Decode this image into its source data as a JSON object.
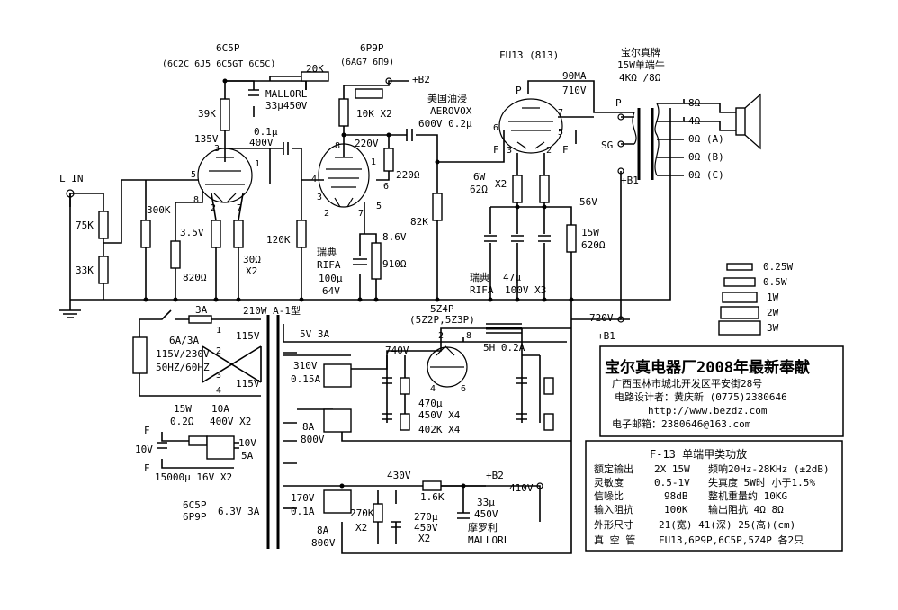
{
  "tubes": {
    "v1": {
      "name": "6C5P",
      "equivalents": "(6C2C 6J5 6C5GT 6C5C)"
    },
    "v2": {
      "name": "6P9P",
      "equivalents": "(6AG7 6П9)"
    },
    "v3": {
      "name": "FU13 (813)"
    },
    "rect": {
      "name": "5Z4P",
      "equivalents": "(5Z2P,5Z3P)"
    }
  },
  "input": {
    "label": "L IN",
    "r1": "75K",
    "r2": "33K",
    "r3": "300K"
  },
  "stage1": {
    "plate_r": "39K",
    "plate_v": "135V",
    "fb_r": "20K",
    "cap": "MALLORL",
    "cap_val": "33μ450V",
    "coupling_cap": "0.1μ",
    "coupling_v": "400V",
    "cath_v": "3.5V",
    "cath_r": "820Ω",
    "r_30": "30Ω",
    "x2": "X2",
    "pin3": "3",
    "pin5": "5",
    "pin1": "1",
    "pin8": "8",
    "pin2": "2",
    "pin7": "7"
  },
  "stage2": {
    "b2": "+B2",
    "r_10k": "10K X2",
    "v_220": "220V",
    "r_220": "220Ω",
    "r_120k": "120K",
    "cap_brand": "瑞典",
    "cap_brand2": "RIFA",
    "cap_val": "100μ",
    "cap_v": "64V",
    "cath_v": "8.6V",
    "cath_r": "910Ω",
    "pin8": "8",
    "pin1": "1",
    "pin4": "4",
    "pin6": "6",
    "pin3": "3",
    "pin2": "2",
    "pin7": "7",
    "pin5": "5"
  },
  "interstage": {
    "brand": "美国油浸",
    "brand2": "AEROVOX",
    "value": "600V 0.2μ",
    "r_82k": "82K"
  },
  "output": {
    "current": "90MA",
    "plate_v": "710V",
    "pin_p": "P",
    "pin_f": "F",
    "pin3": "3",
    "pin2": "2",
    "pin6": "6",
    "pin7": "7",
    "pin5": "5",
    "r_62": "6W",
    "r_62b": "62Ω",
    "x2": "X2",
    "v_56": "56V",
    "r_15w": "15W",
    "r_620": "620Ω",
    "cap_brand": "瑞典",
    "cap_brand2": "RIFA",
    "cap_val": "47μ",
    "cap_v": "100V X3"
  },
  "transformer": {
    "brand": "宝尔真牌",
    "spec": "15W单端牛",
    "imp": "4KΩ /8Ω",
    "p": "P",
    "sg": "SG",
    "b1": "+B1",
    "tap8": "8Ω",
    "tap4": "4Ω",
    "tapa": "0Ω (A)",
    "tapb": "0Ω (B)",
    "tapc": "0Ω (C)"
  },
  "legend": [
    "0.25W",
    "0.5W",
    "1W",
    "2W",
    "3W"
  ],
  "power": {
    "fuse": "3A",
    "pt": "210W A-1型",
    "pin1": "1",
    "pin2": "2",
    "pin3": "3",
    "pin4": "4",
    "v115a": "115V",
    "v115b": "115V",
    "mains1": "6A/3A",
    "mains2": "115V/230V",
    "mains3": "50HZ/60HZ",
    "fil5v": "5V 3A",
    "sec310": "310V",
    "sec015": "0.15A",
    "b740": "740V",
    "d8a": "8A",
    "d800": "800V",
    "c470": "470μ",
    "c450": "450V X4",
    "r402": "402K X4",
    "choke": "5H 0.2A",
    "b720": "720V",
    "b1": "+B1",
    "rect_p2": "2",
    "rect_p8": "8",
    "rect_p4": "4",
    "rect_p6": "6",
    "fil_15w": "15W",
    "fil_02": "0.2Ω",
    "fil_10a": "10A",
    "fil_400": "400V X2",
    "fil_f1": "F",
    "fil_f2": "F",
    "fil_10v": "10V",
    "fil_10v5a": "10V",
    "fil_5a": "5A",
    "fil_cap": "15000μ 16V X2",
    "h_tubes1": "6C5P",
    "h_tubes2": "6P9P",
    "h_volt": "6.3V 3A",
    "b2v": "430V",
    "b2out": "+B2",
    "b2out_v": "410V",
    "sec170": "170V",
    "sec01": "0.1A",
    "r270": "270K",
    "x2a": "X2",
    "r16k": "1.6K",
    "c270": "270μ",
    "c270v": "450V",
    "x2b": "X2",
    "c33": "33μ",
    "c33v": "450V",
    "motorola": "摩罗利",
    "mallorl": "MALLORL",
    "d8a2": "8A",
    "d800b": "800V"
  },
  "company": {
    "title": "宝尔真电器厂2008年最新奉献",
    "address": "广西玉林市城北开发区平安街28号",
    "designer": "电路设计者：黄庆新   (0775)2380646",
    "web": "http://www.bezdz.com",
    "email": "电子邮箱：2380646@163.com"
  },
  "specs": {
    "model": "F-13 单端甲类功放",
    "rows": [
      [
        "额定输出",
        "2X 15W",
        "频响20Hz-28KHz (±2dB)"
      ],
      [
        "灵敏度",
        "0.5-1V",
        "失真度   5W时 小于1.5%"
      ],
      [
        "信噪比",
        "98dB",
        "整机重量约 10KG"
      ],
      [
        "输入阻抗",
        "100K",
        "输出阻抗  4Ω  8Ω"
      ],
      [
        "外形尺寸",
        "21(宽)  41(深)  25(高)(cm)",
        ""
      ],
      [
        "真 空 管",
        "FU13,6P9P,6C5P,5Z4P 各2只",
        ""
      ]
    ]
  }
}
